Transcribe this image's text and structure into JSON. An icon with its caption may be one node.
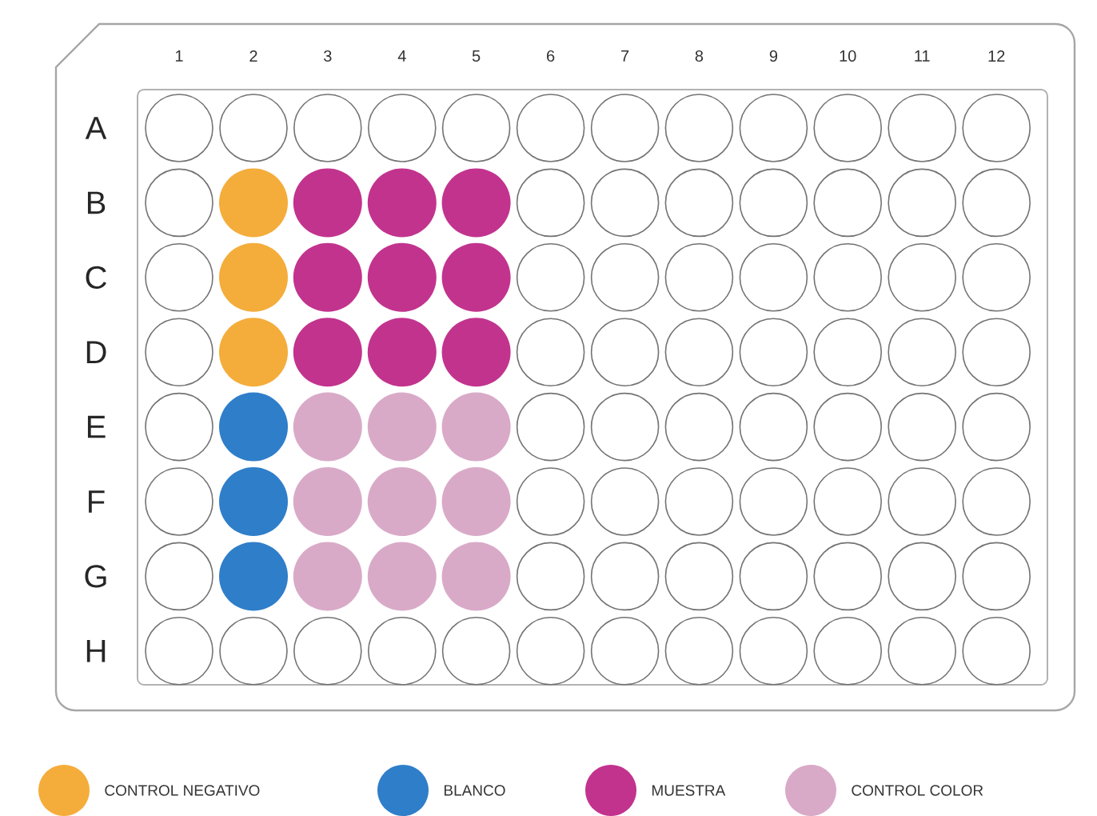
{
  "diagram": {
    "labels": [
      "1",
      "2",
      "3",
      "4",
      "5",
      "6",
      "7",
      "8",
      "9",
      "10",
      "11",
      "12",
      "A",
      "B",
      "C",
      "D",
      "E",
      "F",
      "G",
      "H"
    ],
    "legend": [
      {
        "text": "CONTROL NEGATIVO",
        "color": "#f4ad3b"
      },
      {
        "text": "BLANCO",
        "color": "#2f7ec9"
      },
      {
        "text": "MUESTRA",
        "color": "#c2338e"
      },
      {
        "text": "CONTROL COLOR",
        "color": "#d9aac8"
      }
    ]
  }
}
